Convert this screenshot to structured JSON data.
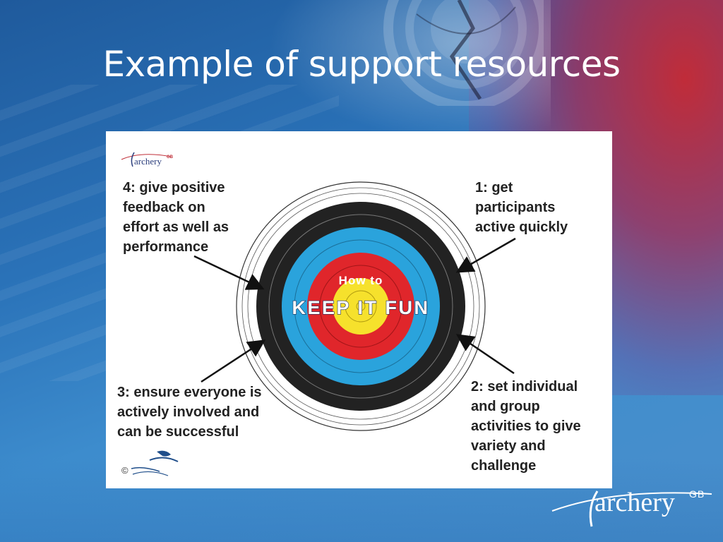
{
  "slide": {
    "title": "Example of support resources",
    "footer_logo": {
      "text": "archery",
      "superscript": "GB",
      "icon": "archery-gb-logo"
    }
  },
  "infographic": {
    "brand": {
      "text": "archery",
      "superscript": "GB"
    },
    "center_top": "How to",
    "center_main": "KEEP IT FUN",
    "notes": {
      "tip_1": "1: get\nparticipants\nactive quickly",
      "tip_2": "2: set individual\nand group\nactivities to give\nvariety and\nchallenge",
      "tip_3": "3: ensure everyone is\nactively involved and\ncan be successful",
      "tip_4": "4: give positive\nfeedback on\neffort as well as\nperformance"
    },
    "copyright_symbol": "©",
    "artist_logo": "apollinaire",
    "ring_colors": [
      "#ffffff",
      "#222222",
      "#2aa3dc",
      "#e0262b",
      "#f6e12c"
    ]
  }
}
